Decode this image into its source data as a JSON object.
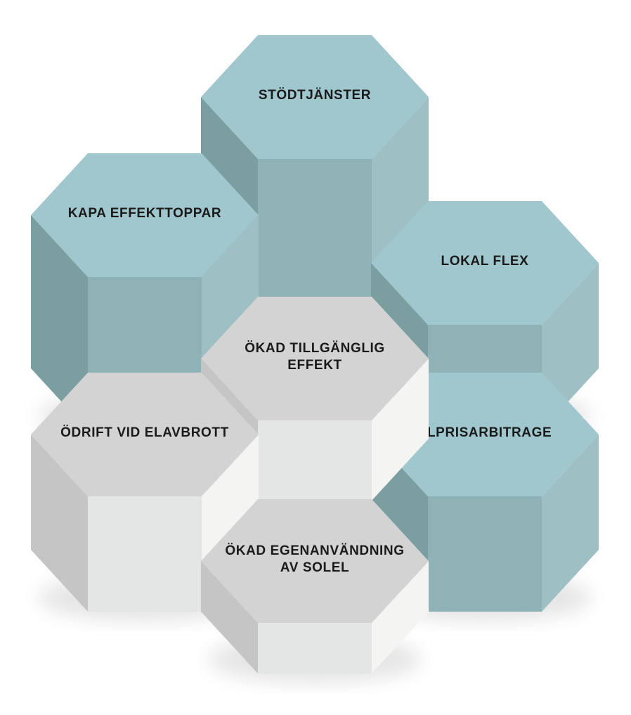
{
  "colors": {
    "teal": {
      "top": "#9fc7cd",
      "front": "#8eb2b5",
      "left": "#7b9ea0",
      "right": "#9ec0c4"
    },
    "gray": {
      "top": "#d3d3d3",
      "front": "#e4e5e5",
      "left": "#c5c5c5",
      "right": "#f4f4f2"
    }
  },
  "blocks": [
    {
      "id": "stodtjanster",
      "color": "teal",
      "lines": [
        "STÖDTJÄNSTER"
      ]
    },
    {
      "id": "kapa-effekttoppar",
      "color": "teal",
      "lines": [
        "KAPA EFFEKTTOPPAR"
      ]
    },
    {
      "id": "lokal-flex",
      "color": "teal",
      "lines": [
        "LOKAL FLEX"
      ]
    },
    {
      "id": "elprisarbitrage",
      "color": "teal",
      "lines": [
        "ELPRISARBITRAGE"
      ]
    },
    {
      "id": "okad-tillganglig-effekt",
      "color": "gray",
      "lines": [
        "ÖKAD TILLGÄNGLIG",
        "EFFEKT"
      ]
    },
    {
      "id": "odrift-vid-elavbrott",
      "color": "gray",
      "lines": [
        "ÖDRIFT VID ELAVBROTT"
      ]
    },
    {
      "id": "okad-egenanvandning",
      "color": "gray",
      "lines": [
        "ÖKAD EGENANVÄNDNING",
        "AV SOLEL"
      ]
    }
  ]
}
